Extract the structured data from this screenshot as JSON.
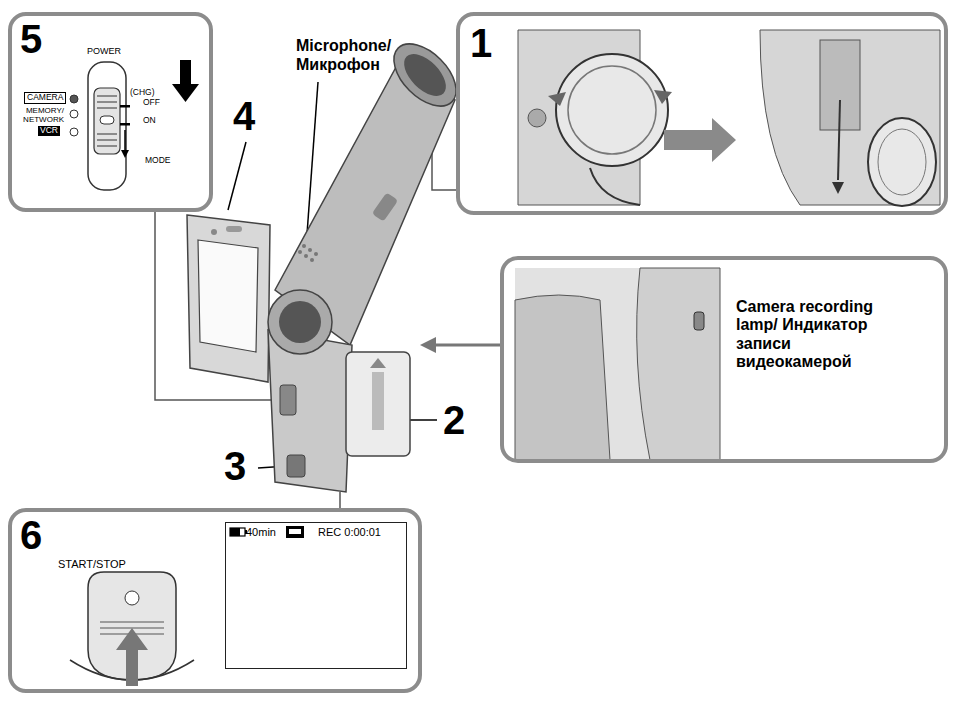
{
  "diagram": {
    "nodes": [
      {
        "text": [
          "5",
          "POWER",
          "CAMERA",
          "MEMORY/ NETWORK",
          "VCR",
          "(CHG)",
          "OFF",
          "ON",
          "MODE"
        ]
      },
      {
        "text": [
          "1"
        ]
      },
      {
        "text": [
          "Camera recording lamp/ Индикатор записи видеокамерой"
        ]
      },
      {
        "text": [
          "6",
          "START/STOP"
        ]
      },
      {
        "text": [
          "40min",
          "REC 0:00:01"
        ],
        "in": 3
      }
    ],
    "labels": [
      "Microphone/ Микрофон",
      "4",
      "2",
      "3"
    ]
  }
}
